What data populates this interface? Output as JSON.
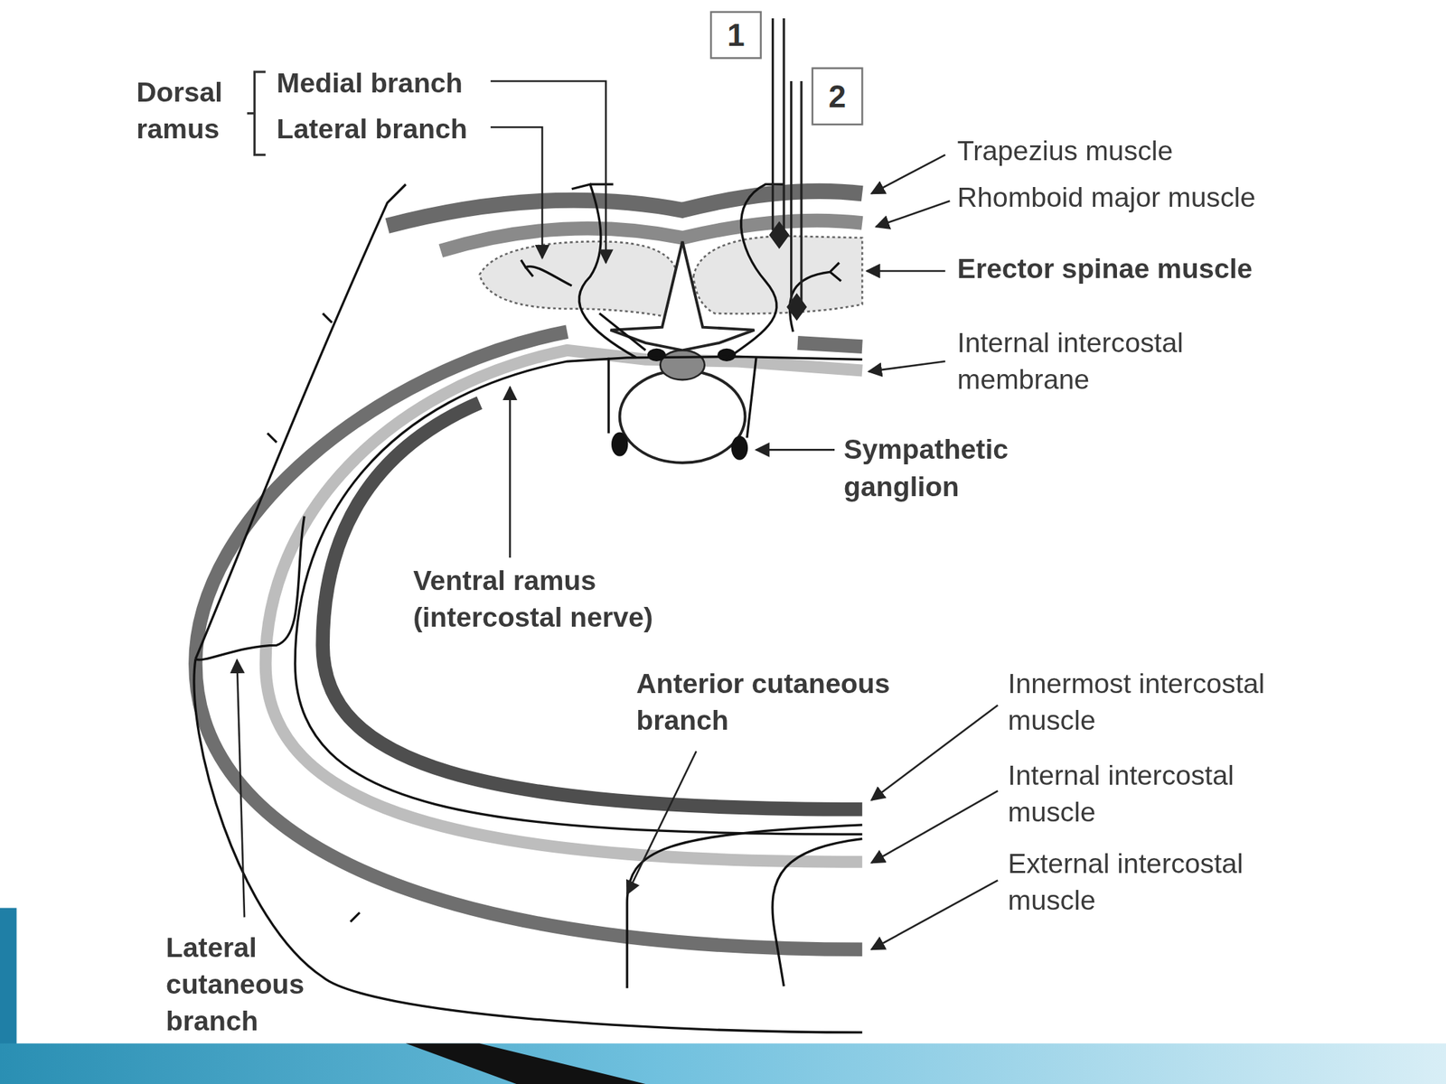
{
  "diagram": {
    "nodes": [
      {
        "text": [
          "1"
        ]
      },
      {
        "text": [
          "2"
        ]
      }
    ],
    "labels": [
      "Dorsal ramus",
      "Medial branch",
      "Lateral branch",
      "Trapezius muscle",
      "Rhomboid major muscle",
      "Erector spinae muscle",
      "Internal intercostal membrane",
      "Sympathetic ganglion",
      "Ventral ramus (intercostal nerve)",
      "Anterior cutaneous branch",
      "Innermost intercostal muscle",
      "Internal intercostal muscle",
      "External intercostal muscle",
      "Lateral cutaneous branch"
    ]
  }
}
